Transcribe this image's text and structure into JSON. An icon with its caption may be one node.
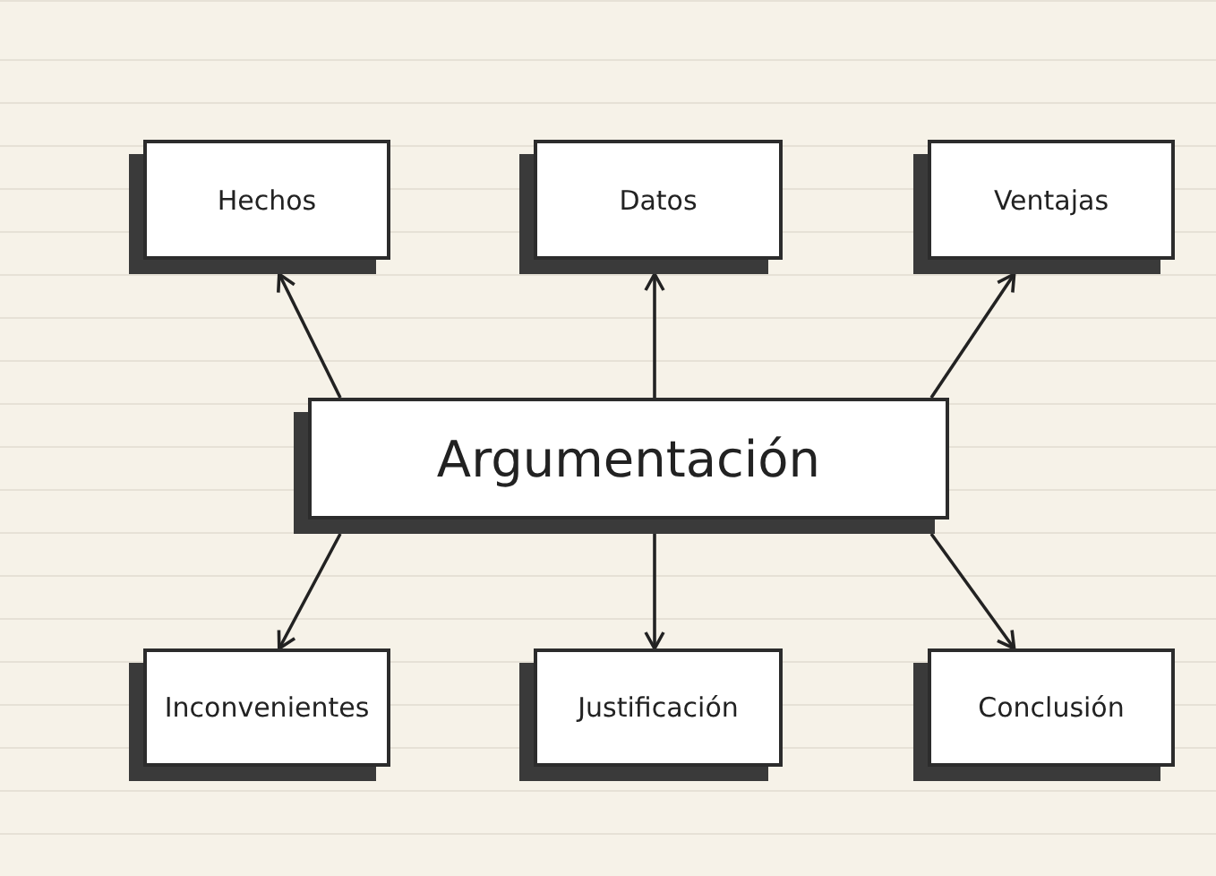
{
  "diagram": {
    "nodes": [
      {
        "text": [
          "Hechos"
        ]
      },
      {
        "text": [
          "Datos"
        ]
      },
      {
        "text": [
          "Ventajas"
        ]
      },
      {
        "text": [
          "Argumentación"
        ]
      },
      {
        "text": [
          "Inconvenientes"
        ]
      },
      {
        "text": [
          "Justificación"
        ]
      },
      {
        "text": [
          "Conclusión"
        ]
      }
    ],
    "edges": [
      {
        "from": 3,
        "to": 0,
        "arrow": "to"
      },
      {
        "from": 3,
        "to": 1,
        "arrow": "to"
      },
      {
        "from": 3,
        "to": 2,
        "arrow": "to"
      },
      {
        "from": 3,
        "to": 4,
        "arrow": "to"
      },
      {
        "from": 3,
        "to": 5,
        "arrow": "to"
      },
      {
        "from": 3,
        "to": 6,
        "arrow": "to"
      }
    ]
  }
}
